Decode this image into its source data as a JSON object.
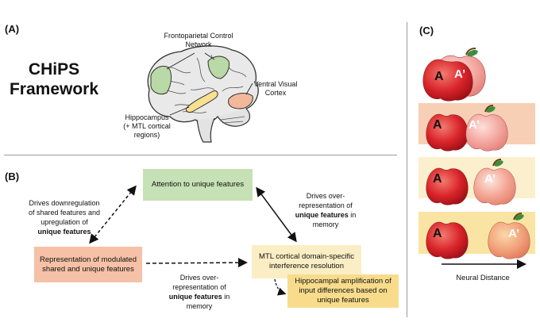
{
  "panels": {
    "a_label": "(A)",
    "b_label": "(B)",
    "c_label": "(C)"
  },
  "framework": {
    "title_line1": "CHiPS",
    "title_line2": "Framework"
  },
  "brain": {
    "frontoparietal_line1": "Frontoparietal Control",
    "frontoparietal_line2": "Network",
    "ventral_line1": "Ventral Visual",
    "ventral_line2": "Cortex",
    "hippocampus_line1": "Hippocampus",
    "hippocampus_line2": "(+ MTL cortical",
    "hippocampus_line3": "regions)",
    "colors": {
      "frontoparietal": "#b9d9a6",
      "ventral": "#f2b89a",
      "hippocampus": "#f7e08f",
      "brain_fill": "#e9e9e9"
    }
  },
  "diagram": {
    "attention_box": "Attention to unique features",
    "representation_box_line1": "Representation of modulated",
    "representation_box_line2": "shared and unique features",
    "mtl_box_line1": "MTL cortical domain-specific",
    "mtl_box_line2": "interference resolution",
    "hippo_box_line1": "Hippocampal amplification of",
    "hippo_box_line2": "input differences based on",
    "hippo_box_line3": "unique features",
    "left_note_line1": "Drives downregulation",
    "left_note_line2": "of shared features and",
    "left_note_line3": "upregulation of",
    "left_note_line4": "unique features",
    "right_note_line1": "Drives over-",
    "right_note_line2": "representation of",
    "right_note_line3_bold": "unique features",
    "right_note_line3_rest": " in",
    "right_note_line4": "memory",
    "bottom_note_line1": "Drives over-",
    "bottom_note_line2": "representation of",
    "bottom_note_line3_bold": "unique features",
    "bottom_note_line3_rest": " in",
    "bottom_note_line4": "memory",
    "colors": {
      "attention": "#c5e1b5",
      "representation": "#f6c1a6",
      "mtl": "#fbeec4",
      "hippo": "#f8dc8c"
    }
  },
  "neural": {
    "apple_a": "A",
    "apple_a_prime": "A’",
    "axis_label": "Neural Distance",
    "strip_colors": [
      "#ffffff",
      "#f7cfb4",
      "#fcefcd",
      "#fae4a4"
    ]
  }
}
